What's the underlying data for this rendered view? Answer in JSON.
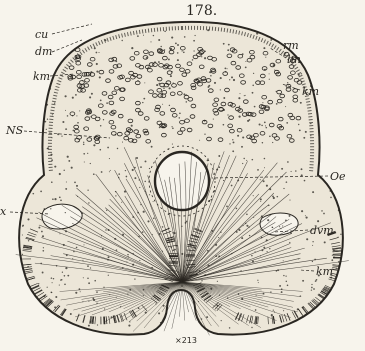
{
  "figure": {
    "number": "178.",
    "magnification": "×213"
  },
  "labels": {
    "cu": "cu",
    "rm": "rm",
    "dm": "dm",
    "lm": "lm",
    "km_top_left": "km",
    "km_right": "km",
    "ns": "NS",
    "oe": "Oe",
    "x": "x",
    "dvm": "dvm",
    "km_bottom_right": "km"
  },
  "colors": {
    "ink": "#2a2722",
    "paper": "#f7f4ec",
    "tissue": "#ece6d8"
  }
}
